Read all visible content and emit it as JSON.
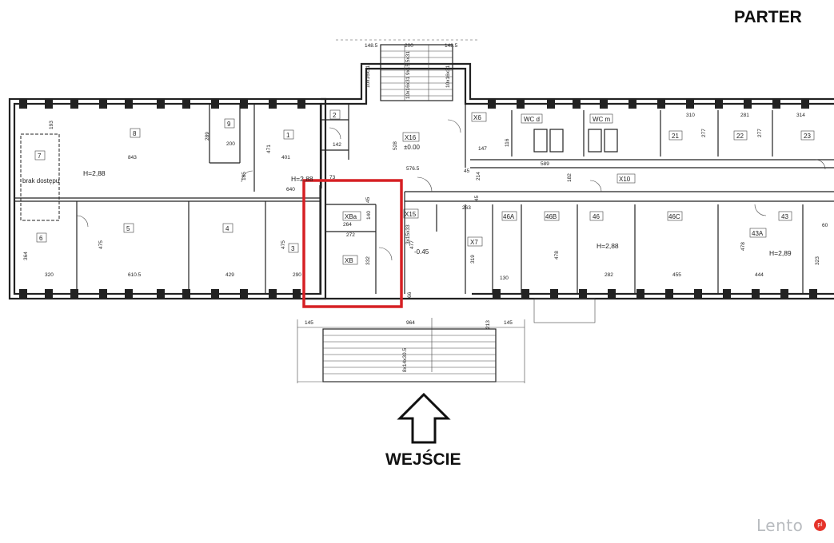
{
  "title": "PARTER",
  "entrance_label": "WEJŚCIE",
  "watermark": {
    "text": "Lento",
    "badge": "pl"
  },
  "highlight_color": "#d62024",
  "rooms": {
    "r1": "1",
    "r2": "2",
    "r3": "3",
    "r4": "4",
    "r5": "5",
    "r6": "6",
    "r7": "7",
    "r8": "8",
    "r9": "9",
    "x16": "X16",
    "x16_level": "±0.00",
    "x6": "X6",
    "wcd": "WC d",
    "wcm": "WC m",
    "r21": "21",
    "r22": "22",
    "r23": "23",
    "x10": "X10",
    "x15": "X15",
    "x7": "X7",
    "xba": "XBa",
    "xb": "XB",
    "lvl_045": "-0.45",
    "r46a": "46A",
    "r46b": "46B",
    "r46": "46",
    "r46c": "46C",
    "r43": "43",
    "r43a": "43A",
    "brak": "brak dostępu"
  },
  "heights": {
    "h1": "H=2,88",
    "h2": "H=2,88",
    "h3": "H=2,88",
    "h4": "H=2,89"
  },
  "dims": {
    "d843": "843",
    "d200": "200",
    "d401": "401",
    "d142": "142",
    "d528": "528",
    "d5765": "576.5",
    "d640": "640",
    "d185": "185",
    "d289": "289",
    "d471": "471",
    "d193": "193",
    "d364": "364",
    "d320": "320",
    "d475a": "475",
    "d6105": "610.5",
    "d429": "429",
    "d475b": "475",
    "d290": "290",
    "d264": "264",
    "d140": "140",
    "d272": "272",
    "d332": "332",
    "d45a": "45",
    "d45b": "45",
    "d45c": "45",
    "d73": "73",
    "d477": "477",
    "d263": "263",
    "d319": "319",
    "d66": "66",
    "d130": "130",
    "d478a": "478",
    "d282": "282",
    "d455": "455",
    "d444": "444",
    "d478b": "478",
    "d323": "323",
    "d60": "60",
    "d147": "147",
    "d116": "116",
    "d589": "589",
    "d214": "214",
    "d182": "182",
    "d310": "310",
    "d277a": "277",
    "d281": "281",
    "d277b": "277",
    "d314": "314",
    "d145a": "145",
    "d964": "964",
    "d213": "213",
    "d145b": "145",
    "d1485a": "148.5",
    "d200top": "200",
    "d1485b": "148.5",
    "st1": "10x16x31",
    "st2": "10x16x31 9x15.5x31",
    "st3": "10x16x31",
    "st4": "8x14x30.5",
    "st5": "3x15x33"
  }
}
